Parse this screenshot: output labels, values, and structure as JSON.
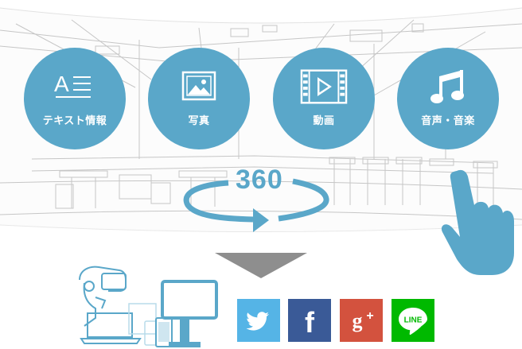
{
  "features": [
    {
      "label": "テキスト情報",
      "icon": "text-icon"
    },
    {
      "label": "写真",
      "icon": "photo-icon"
    },
    {
      "label": "動画",
      "icon": "video-icon"
    },
    {
      "label": "音声・音楽",
      "icon": "music-note-icon"
    }
  ],
  "rotation_text": "360",
  "social": {
    "twitter": {
      "icon": "twitter-bird-icon",
      "color": "#55b4e6"
    },
    "facebook": {
      "icon": "facebook-f-icon",
      "color": "#3a5a97",
      "text": "f"
    },
    "googleplus": {
      "icon": "google-plus-icon",
      "color": "#d3523e",
      "text": "g+"
    },
    "line": {
      "icon": "line-icon",
      "color": "#00b900",
      "text": "LINE"
    }
  },
  "colors": {
    "accent": "#5aa7c9",
    "sketch": "#c9c9c9",
    "arrow": "#8e8e8e"
  }
}
